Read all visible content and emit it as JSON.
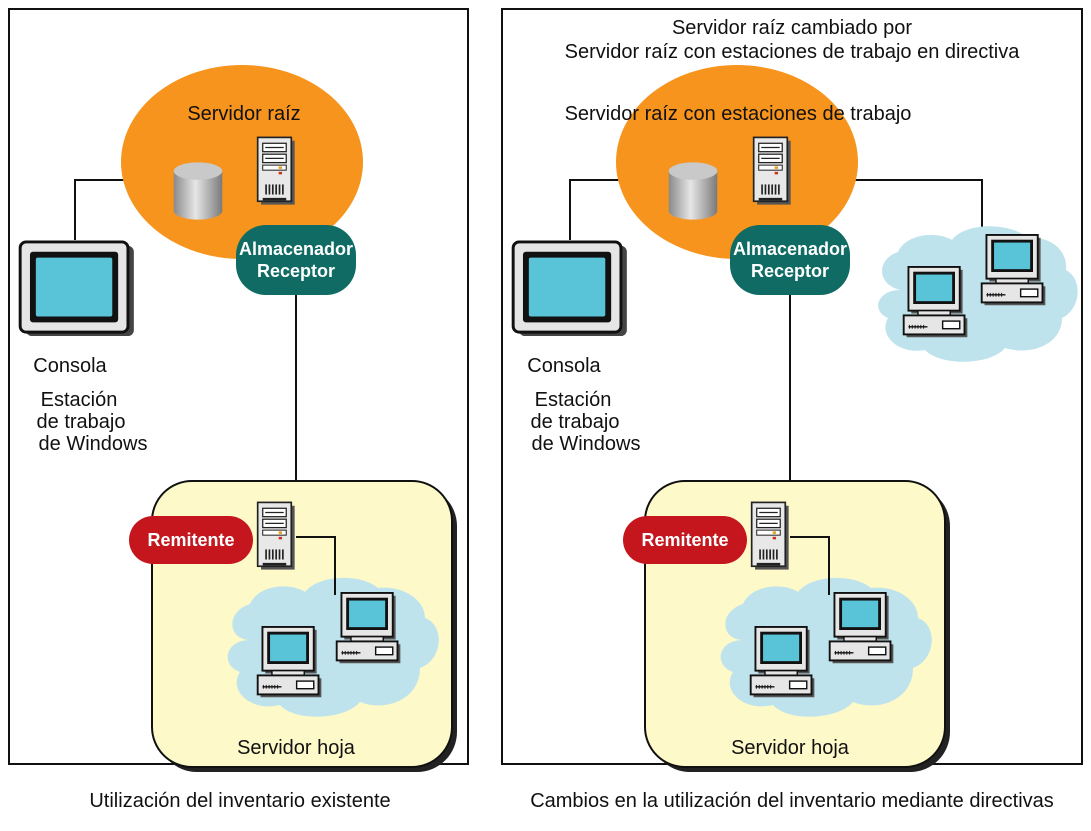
{
  "colors": {
    "orange": "#f7941d",
    "teal": "#0f6b63",
    "red": "#c4161c",
    "yellow_panel": "#fdf9c9",
    "cloud": "#bfe3ec",
    "screen": "#59c3d8",
    "line": "#111111"
  },
  "left": {
    "root_label": "Servidor raíz",
    "collector_line1": "Almacenador",
    "collector_line2": "Receptor",
    "console_label": "Consola",
    "ws_line1": "Estación",
    "ws_line2": "de trabajo",
    "ws_line3": "de Windows",
    "sender_label": "Remitente",
    "leaf_label": "Servidor hoja",
    "caption": "Utilización del inventario existente"
  },
  "right": {
    "header_line1": "Servidor raíz cambiado por",
    "header_line2": "Servidor raíz con estaciones de trabajo en directiva",
    "root_label": "Servidor raíz con estaciones de trabajo",
    "collector_line1": "Almacenador",
    "collector_line2": "Receptor",
    "console_label": "Consola",
    "ws_line1": "Estación",
    "ws_line2": "de trabajo",
    "ws_line3": "de Windows",
    "sender_label": "Remitente",
    "leaf_label": "Servidor hoja",
    "caption": "Cambios en la utilización del inventario mediante directivas"
  },
  "icons": {
    "database": "database-icon",
    "server": "server-tower-icon",
    "monitor": "monitor-icon",
    "workstation": "desktop-workstation-icon",
    "cloud": "network-cloud-icon"
  }
}
